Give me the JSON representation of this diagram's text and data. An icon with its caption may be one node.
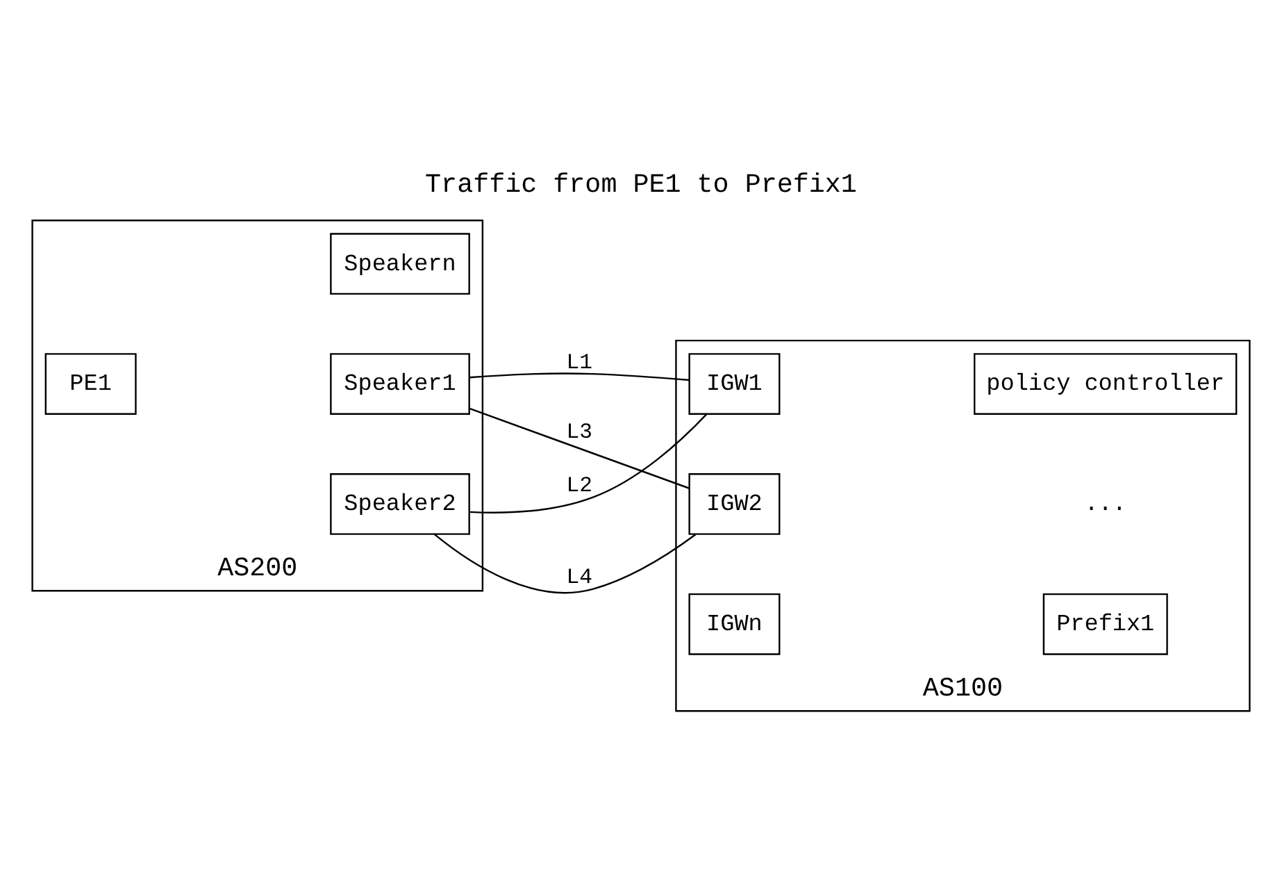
{
  "diagram": {
    "title": "Traffic from PE1 to Prefix1",
    "nodes": [
      {
        "text": [
          "AS200"
        ]
      },
      {
        "text": [
          "Speaker1"
        ],
        "in": 0
      },
      {
        "text": [
          "PE1"
        ],
        "in": 0
      },
      {
        "text": [
          "Speaker2"
        ],
        "in": 0
      },
      {
        "text": [
          "Speakern"
        ],
        "in": 0
      },
      {
        "text": [
          "AS100"
        ]
      },
      {
        "text": [
          "IGW1"
        ],
        "in": 5
      },
      {
        "text": [
          "policy controller"
        ],
        "in": 5
      },
      {
        "text": [
          "IGW2"
        ],
        "in": 5
      },
      {
        "text": [
          "IGWn"
        ],
        "in": 5
      },
      {
        "text": [
          "Prefix1"
        ],
        "in": 5
      }
    ],
    "edges": [
      {
        "from": 1,
        "to": 6,
        "arrow": "none",
        "label": "L1"
      },
      {
        "from": 3,
        "to": 6,
        "arrow": "none",
        "label": "L2"
      },
      {
        "from": 1,
        "to": 8,
        "arrow": "none",
        "label": "L3"
      },
      {
        "from": 3,
        "to": 8,
        "arrow": "none",
        "label": "L4"
      }
    ],
    "labels": [
      "..."
    ]
  }
}
